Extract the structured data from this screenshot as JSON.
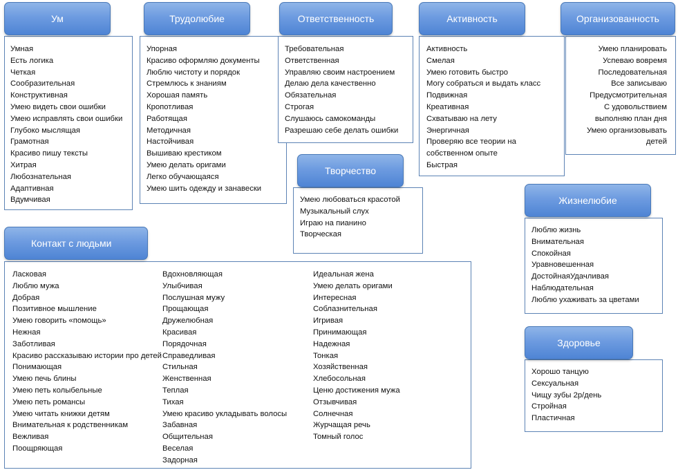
{
  "categories": [
    {
      "id": "um",
      "title": "Ум",
      "items": [
        "Умная",
        "Есть логика",
        "Четкая",
        "Сообразительная",
        "Конструктивная",
        "Умею видеть свои ошибки",
        "Умею исправлять свои ошибки",
        "Глубоко мыслящая",
        "Грамотная",
        "Красиво пишу тексты",
        "Хитрая",
        "Любознательная",
        "Адаптивная",
        "Вдумчивая"
      ]
    },
    {
      "id": "trudolyubie",
      "title": "Трудолюбие",
      "items": [
        "Упорная",
        "Красиво оформляю документы",
        "Люблю чистоту и порядок",
        "Стремлюсь к знаниям",
        "Хорошая память",
        "Кропотливая",
        "Работящая",
        "Методичная",
        "Настойчивая",
        "Вышиваю крестиком",
        "Умею делать оригами",
        "Легко обучающаяся",
        "Умею шить одежду и занавески"
      ]
    },
    {
      "id": "otvetstvennost",
      "title": "Ответственность",
      "items": [
        "Требовательная",
        "Ответственная",
        "Управляю своим настроением",
        "Делаю дела качественно",
        "Обязательная",
        "Строгая",
        "Слушаюсь самокоманды",
        "Разрешаю себе делать ошибки"
      ]
    },
    {
      "id": "aktivnost",
      "title": "Активность",
      "items": [
        "Активность",
        "Смелая",
        "Умею готовить быстро",
        "Могу собраться и выдать класс",
        "Подвижная",
        "Креативная",
        "Схватываю на лету",
        "Энергичная",
        "Проверяю все теории на собственном опыте",
        "Быстрая"
      ]
    },
    {
      "id": "organizovannost",
      "title": "Организованность",
      "items": [
        "Умею планировать",
        "Успеваю вовремя",
        "Последовательная",
        "Все записываю",
        "Предусмотрительная",
        "С удовольствием",
        "выполняю план дня",
        "Умею организовывать",
        "детей"
      ]
    },
    {
      "id": "tvorchestvo",
      "title": "Творчество",
      "items": [
        "Умею любоваться красотой",
        "Музыкальный слух",
        "Играю на пианино",
        "Творческая"
      ]
    },
    {
      "id": "zhiznelyubie",
      "title": "Жизнелюбие",
      "items": [
        "Люблю жизнь",
        "Внимательная",
        "Спокойная",
        "Уравновешенная",
        "ДостойнаяУдачливая",
        "Наблюдательная",
        "Люблю ухаживать за цветами"
      ]
    },
    {
      "id": "zdorovie",
      "title": "Здоровье",
      "items": [
        "Хорошо танцую",
        "Сексуальная",
        "Чищу зубы 2р/день",
        "Стройная",
        "Пластичная"
      ]
    },
    {
      "id": "kontakt",
      "title": "Контакт с людьми",
      "columns": [
        [
          "Ласковая",
          "Люблю мужа",
          "Добрая",
          "Позитивное мышление",
          "Умею говорить «помощь»",
          "Нежная",
          "Заботливая",
          "Красиво рассказываю истории про детей",
          "Понимающая",
          "Умею печь блины",
          "Умею петь колыбельные",
          "Умею петь романсы",
          "Умею читать книжки детям",
          "Внимательная к родственникам",
          "Вежливая",
          "Поощряющая"
        ],
        [
          "Вдохновляющая",
          "Улыбчивая",
          "Послушная мужу",
          "Прощающая",
          "Дружелюбная",
          "Красивая",
          "Порядочная",
          "Справедливая",
          "Стильная",
          "Женственная",
          "Теплая",
          "Тихая",
          "Умею красиво укладывать волосы",
          "Забавная",
          "Общительная",
          "Веселая",
          "Задорная"
        ],
        [
          "Идеальная жена",
          "Умею делать оригами",
          "Интересная",
          "Соблазнительная",
          "Игривая",
          "Принимающая",
          "Надежная",
          "Тонкая",
          "Хозяйственная",
          "Хлебосольная",
          "Ценю достижения мужа",
          "Отзывчивая",
          "Солнечная",
          "Журчащая речь",
          "Томный голос"
        ]
      ]
    }
  ],
  "colors": {
    "header_top": "#8fb5e8",
    "header_bottom": "#4e84d4",
    "box_border": "#5b82b4",
    "text": "#111111"
  }
}
